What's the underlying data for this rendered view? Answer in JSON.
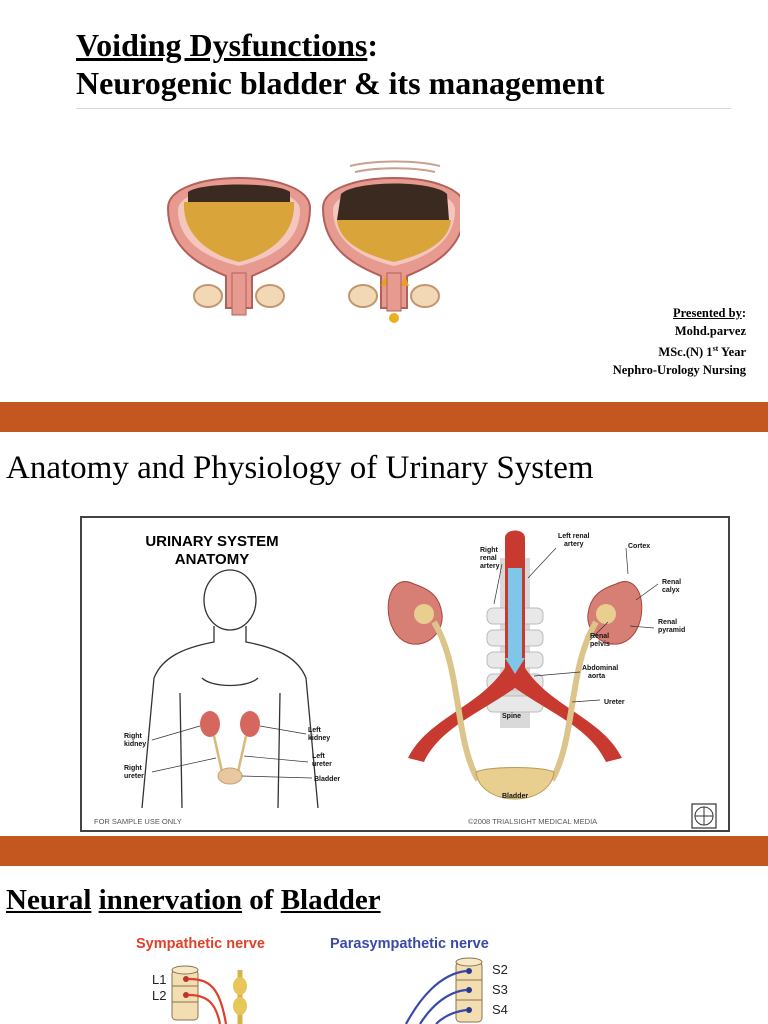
{
  "slide1": {
    "title_part1": "Voiding Dysfunctions",
    "title_colon": ":",
    "title_line2": "Neurogenic bladder & its management",
    "presenter": {
      "label": "Presented by",
      "label_suffix": ":",
      "name": "Mohd.parvez",
      "degree_prefix": "MSc.(N) 1",
      "degree_sup": "st",
      "degree_suffix": " Year",
      "department": "Nephro-Urology Nursing"
    }
  },
  "slide2": {
    "title": "Anatomy and Physiology of Urinary System",
    "figure": {
      "heading_line1": "URINARY SYSTEM",
      "heading_line2": "ANATOMY",
      "labels_body": {
        "right_kidney_1": "Right",
        "right_kidney_2": "kidney",
        "right_ureter_1": "Right",
        "right_ureter_2": "ureter",
        "left_kidney_1": "Left",
        "left_kidney_2": "kidney",
        "left_ureter_1": "Left",
        "left_ureter_2": "ureter",
        "bladder": "Bladder"
      },
      "labels_detail": {
        "left_renal_artery_1": "Left renal",
        "left_renal_artery_2": "artery",
        "right_renal_artery_1": "Right",
        "right_renal_artery_2": "renal",
        "right_renal_artery_3": "artery",
        "cortex": "Cortex",
        "renal_calyx_1": "Renal",
        "renal_calyx_2": "calyx",
        "renal_pyramid_1": "Renal",
        "renal_pyramid_2": "pyramid",
        "renal_pelvis_1": "Renal",
        "renal_pelvis_2": "pelvis",
        "abdominal_aorta_1": "Abdominal",
        "abdominal_aorta_2": "aorta",
        "ureter": "Ureter",
        "spine": "Spine",
        "bladder": "Bladder"
      },
      "footer_left": "FOR SAMPLE USE ONLY",
      "footer_right": "©2008 TRIALSIGHT MEDICAL MEDIA"
    }
  },
  "slide3": {
    "title_word1": "Neural",
    "title_word2": "innervation",
    "title_word3": "of",
    "title_word4": "Bladder",
    "sympathetic_label": "Sympathetic nerve",
    "parasympathetic_label": "Parasympathetic nerve",
    "sympathetic_segments": [
      "L1",
      "L2"
    ],
    "parasympathetic_segments": [
      "S2",
      "S3",
      "S4"
    ]
  },
  "colors": {
    "band": "#c4561f",
    "sympathetic": "#e0402a",
    "parasympathetic": "#3a4aa8",
    "urine": "#d9a53a",
    "bladder_wall": "#e69a90"
  }
}
